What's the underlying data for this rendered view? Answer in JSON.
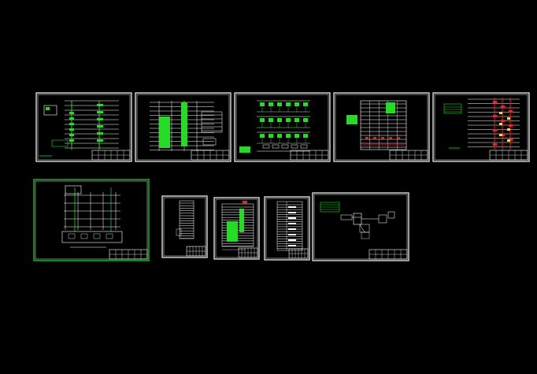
{
  "drawing": {
    "background": "#000000",
    "colors": {
      "frame": "#ffffff",
      "line": "#ffffff",
      "accent_green": "#22dd22",
      "accent_red": "#ee2222",
      "accent_cyan": "#33dddd",
      "accent_yellow": "#e0e040",
      "text_gray": "#bbbbbb"
    },
    "sheets": [
      {
        "name": "sheet-1",
        "style": "system-riser",
        "frame_color": "frame"
      },
      {
        "name": "sheet-2",
        "style": "distribution-table",
        "frame_color": "frame"
      },
      {
        "name": "sheet-3",
        "style": "circuit-grid",
        "frame_color": "frame"
      },
      {
        "name": "sheet-4",
        "style": "load-table",
        "frame_color": "frame"
      },
      {
        "name": "sheet-5",
        "style": "riser-red",
        "frame_color": "frame"
      },
      {
        "name": "sheet-6",
        "style": "building-section",
        "frame_color": "accent_green"
      },
      {
        "name": "sheet-7",
        "style": "portrait-list",
        "frame_color": "frame"
      },
      {
        "name": "sheet-8",
        "style": "portrait-green",
        "frame_color": "frame"
      },
      {
        "name": "sheet-9",
        "style": "portrait-schedule",
        "frame_color": "frame"
      },
      {
        "name": "sheet-10",
        "style": "network-diagram",
        "frame_color": "frame"
      }
    ]
  }
}
